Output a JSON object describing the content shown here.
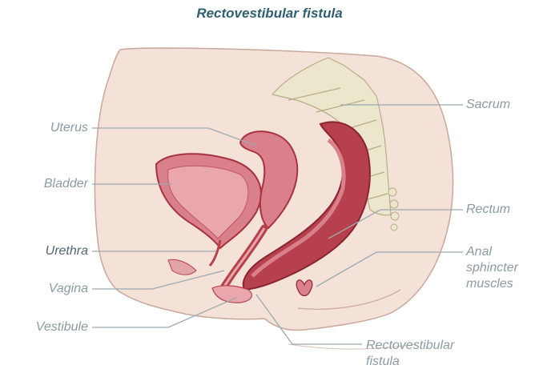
{
  "title": "Rectovestibular fistula",
  "labels": {
    "uterus": "Uterus",
    "bladder": "Bladder",
    "urethra": "Urethra",
    "vagina": "Vagina",
    "vestibule": "Vestibule",
    "sacrum": "Sacrum",
    "rectum": "Rectum",
    "anal_line1": "Anal",
    "anal_line2": "sphincter",
    "anal_line3": "muscles",
    "fistula_line1": "Rectovestibular",
    "fistula_line2": "fistula"
  },
  "colors": {
    "skin": "#f4e2d8",
    "skin_outline": "#c9a79a",
    "muscle": "#b6404c",
    "muscle_light": "#d9808a",
    "bone": "#ece6cc",
    "leader": "#9aa9b0",
    "title": "#2f5f73"
  }
}
